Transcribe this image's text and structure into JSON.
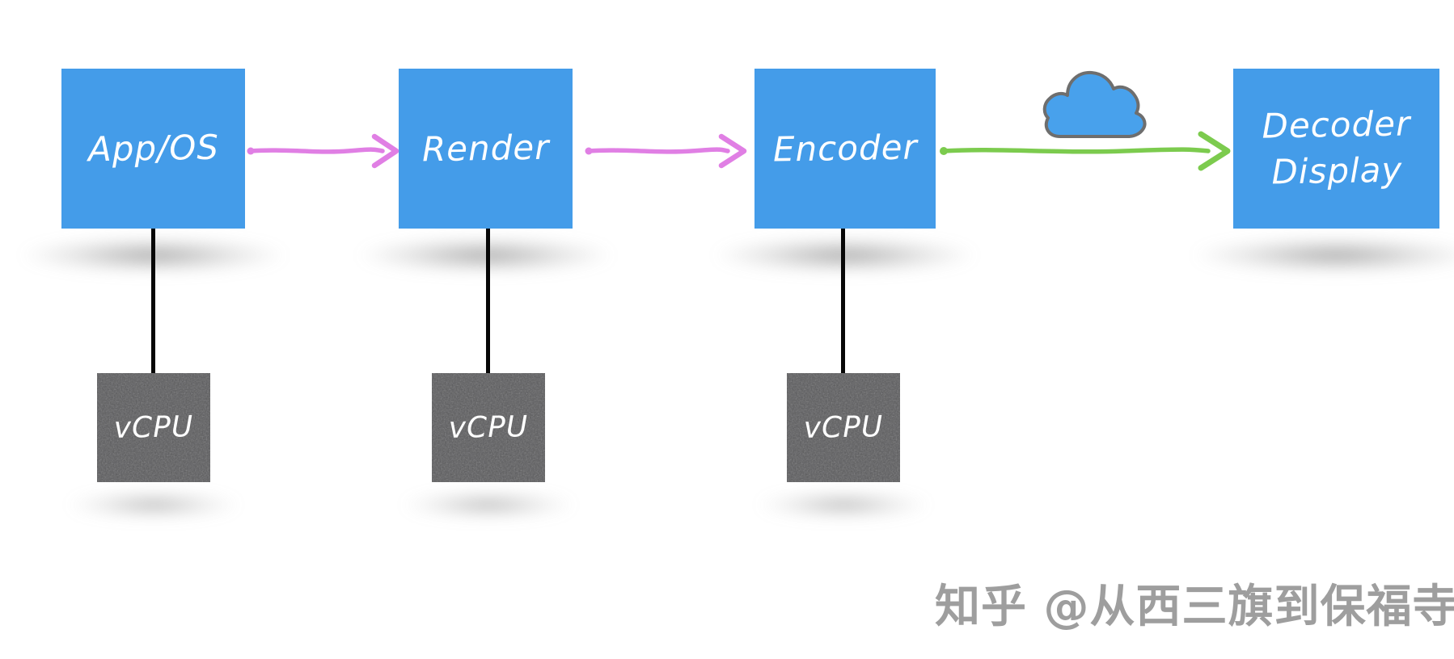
{
  "diagram": {
    "type": "pipeline-flow",
    "background": "#ffffff",
    "nodes": {
      "app_os": {
        "label": "App/OS",
        "kind": "stage"
      },
      "render": {
        "label": "Render",
        "kind": "stage"
      },
      "encoder": {
        "label": "Encoder",
        "kind": "stage"
      },
      "decoder_display": {
        "label": "Decoder Display",
        "lines": [
          "Decoder",
          "Display"
        ],
        "kind": "stage"
      },
      "vcpu": {
        "label": "vCPU",
        "kind": "cpu",
        "count": 3
      }
    },
    "edges": [
      {
        "from": "App/OS",
        "to": "Render",
        "type": "arrow",
        "color": "#E07FE4"
      },
      {
        "from": "Render",
        "to": "Encoder",
        "type": "arrow",
        "color": "#E07FE4"
      },
      {
        "from": "Encoder",
        "to": "Decoder Display",
        "type": "arrow",
        "color": "#7CCB4E",
        "via": "cloud"
      },
      {
        "from": "App/OS",
        "to": "vCPU",
        "type": "line",
        "color": "#070707"
      },
      {
        "from": "Render",
        "to": "vCPU",
        "type": "line",
        "color": "#070707"
      },
      {
        "from": "Encoder",
        "to": "vCPU",
        "type": "line",
        "color": "#070707"
      }
    ],
    "icons": [
      {
        "id": "cloud",
        "name": "cloud-icon",
        "fill": "#48A1EC",
        "stroke": "#6E6E6E"
      }
    ],
    "colors": {
      "stage_fill": "#449CE9",
      "cpu_fill": "#59595B",
      "arrow_pink": "#E07FE4",
      "arrow_green": "#7CCB4E",
      "connector": "#070707",
      "label_text": "#FFFFFF",
      "watermark": "#9E9E9E"
    },
    "watermark": "知乎 @从西三旗到保福寺"
  }
}
